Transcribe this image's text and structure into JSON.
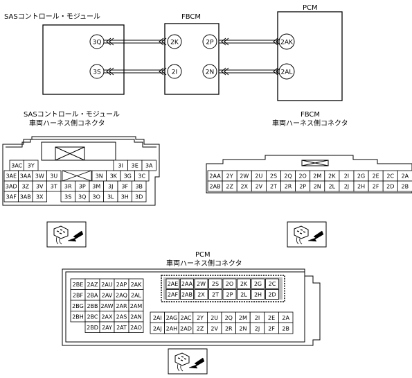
{
  "wiring": {
    "sas_title": "SASコントロール・モジュール",
    "fbcm_title": "FBCM",
    "pcm_title": "PCM",
    "sas_pins": [
      "3Q",
      "3S"
    ],
    "fbcm_left_pins": [
      "2K",
      "2I"
    ],
    "fbcm_right_pins": [
      "2P",
      "2N"
    ],
    "pcm_pins": [
      "2AK",
      "2AL"
    ]
  },
  "sas_connector": {
    "title": "SASコントロール・モジュール",
    "subtitle": "車両ハーネス側コネクタ",
    "rows": [
      [
        "3AC",
        "3Y",
        "",
        "",
        "",
        "",
        "",
        "3I",
        "3E",
        "3A"
      ],
      [
        "3AE",
        "3AA",
        "3W",
        "3U",
        "",
        "3N",
        "3K",
        "3G",
        "3C"
      ],
      [
        "3AD",
        "3Z",
        "3V",
        "3T",
        "3R",
        "3P",
        "3M",
        "3J",
        "3F",
        "3B"
      ],
      [
        "3AF",
        "3AB",
        "3X",
        "",
        "3S",
        "3Q",
        "3O",
        "3L",
        "3H",
        "3D"
      ]
    ]
  },
  "fbcm_connector": {
    "title": "FBCM",
    "subtitle": "車両ハーネス側コネクタ",
    "rows": [
      [
        "2AA",
        "2Y",
        "2W",
        "2U",
        "2S",
        "2Q",
        "2O",
        "2M",
        "2K",
        "2I",
        "2G",
        "2E",
        "2C",
        "2A"
      ],
      [
        "2AB",
        "2Z",
        "2X",
        "2V",
        "2T",
        "2R",
        "2P",
        "2N",
        "2L",
        "2J",
        "2H",
        "2F",
        "2D",
        "2B"
      ]
    ]
  },
  "pcm_connector": {
    "title": "PCM",
    "subtitle": "車両ハーネス側コネクタ",
    "left_block": [
      [
        "2BE",
        "2AZ",
        "2AU",
        "2AP",
        "2AK"
      ],
      [
        "2BF",
        "2BA",
        "2AV",
        "2AQ",
        "2AL"
      ],
      [
        "2BG",
        "2BB",
        "2AW",
        "2AR",
        "2AM"
      ],
      [
        "2BH",
        "2BC",
        "2AX",
        "2AS",
        "2AN"
      ],
      [
        "",
        "2BD",
        "2AY",
        "2AT",
        "2AO"
      ]
    ],
    "right_top": [
      [
        "2AE",
        "2AA",
        "2W",
        "2S",
        "2O",
        "2K",
        "2G",
        "2C"
      ],
      [
        "2AF",
        "2AB",
        "2X",
        "2T",
        "2P",
        "2L",
        "2H",
        "2D"
      ]
    ],
    "right_bottom": [
      [
        "2AI",
        "2AG",
        "2AC",
        "2Y",
        "2U",
        "2Q",
        "2M",
        "2I",
        "2E",
        "2A"
      ],
      [
        "2AJ",
        "2AH",
        "2AD",
        "2Z",
        "2V",
        "2R",
        "2N",
        "2J",
        "2F",
        "2B"
      ]
    ]
  },
  "icons": [
    "connector-probe-icon",
    "connector-probe-icon",
    "connector-probe-icon"
  ]
}
